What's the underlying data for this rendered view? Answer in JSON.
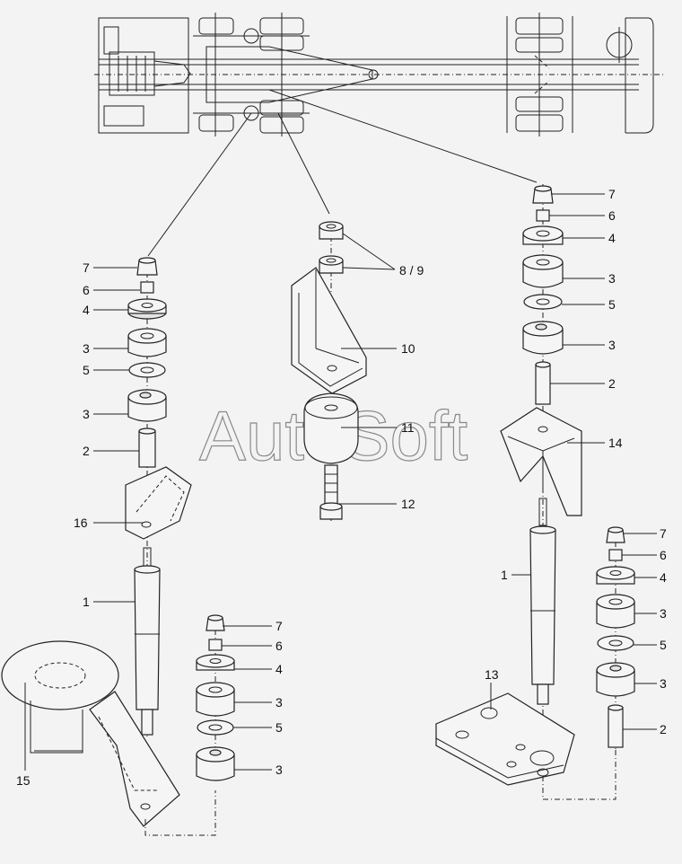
{
  "watermark": "AutoSoft",
  "callouts": {
    "c1a": "1",
    "c1b": "1",
    "c2a": "2",
    "c2b": "2",
    "c2c": "2",
    "c3a": "3",
    "c3b": "3",
    "c3c": "3",
    "c3d": "3",
    "c3e": "3",
    "c3f": "3",
    "c3g": "3",
    "c3h": "3",
    "c4a": "4",
    "c4b": "4",
    "c4c": "4",
    "c4d": "4",
    "c5a": "5",
    "c5b": "5",
    "c5c": "5",
    "c5d": "5",
    "c6a": "6",
    "c6b": "6",
    "c6c": "6",
    "c6d": "6",
    "c7a": "7",
    "c7b": "7",
    "c7c": "7",
    "c7d": "7",
    "c89": "8 / 9",
    "c10": "10",
    "c11": "11",
    "c12": "12",
    "c13": "13",
    "c14": "14",
    "c15": "15",
    "c16": "16"
  }
}
